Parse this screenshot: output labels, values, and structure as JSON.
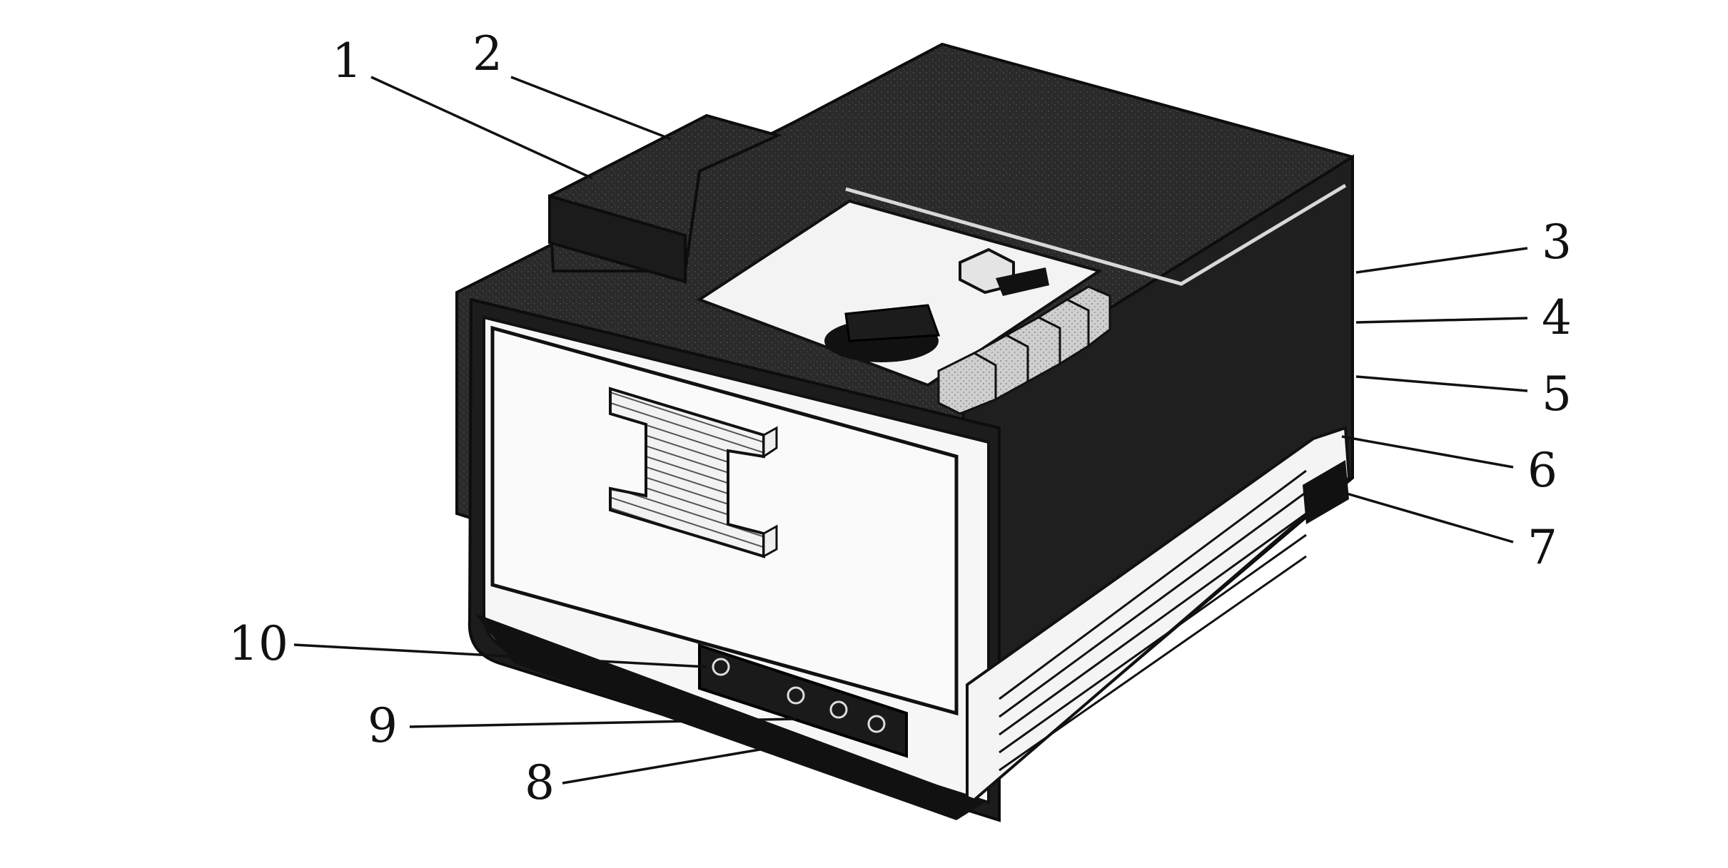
{
  "figure": {
    "subject": "projector-device",
    "callouts": [
      {
        "id": "c1",
        "label": "1"
      },
      {
        "id": "c2",
        "label": "2"
      },
      {
        "id": "c3",
        "label": "3"
      },
      {
        "id": "c4",
        "label": "4"
      },
      {
        "id": "c5",
        "label": "5"
      },
      {
        "id": "c6",
        "label": "6"
      },
      {
        "id": "c7",
        "label": "7"
      },
      {
        "id": "c8",
        "label": "8"
      },
      {
        "id": "c9",
        "label": "9"
      },
      {
        "id": "c10",
        "label": "10"
      }
    ]
  },
  "colors": {
    "ink": "#111111",
    "body": "#262626",
    "panel": "#f6f6f6",
    "background": "#ffffff"
  }
}
